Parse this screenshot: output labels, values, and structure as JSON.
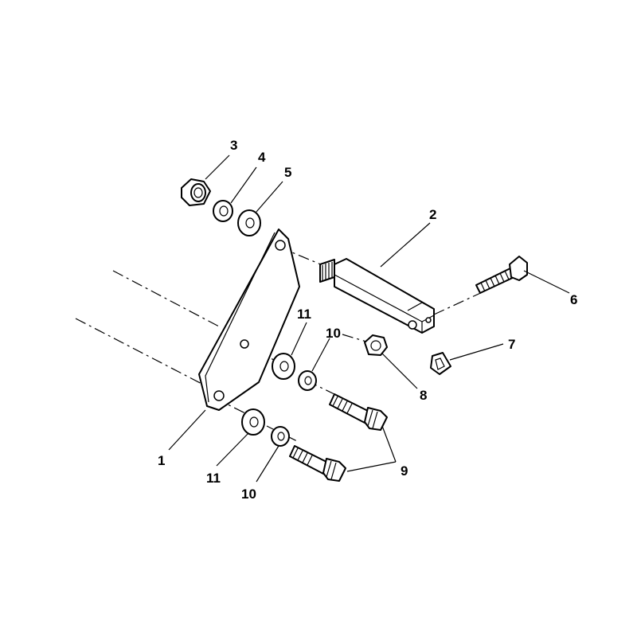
{
  "callouts": {
    "c1": "1",
    "c2": "2",
    "c3": "3",
    "c4": "4",
    "c5": "5",
    "c6": "6",
    "c7": "7",
    "c8": "8",
    "c9": "9",
    "c10a": "10",
    "c10b": "10",
    "c11a": "11",
    "c11b": "11"
  }
}
